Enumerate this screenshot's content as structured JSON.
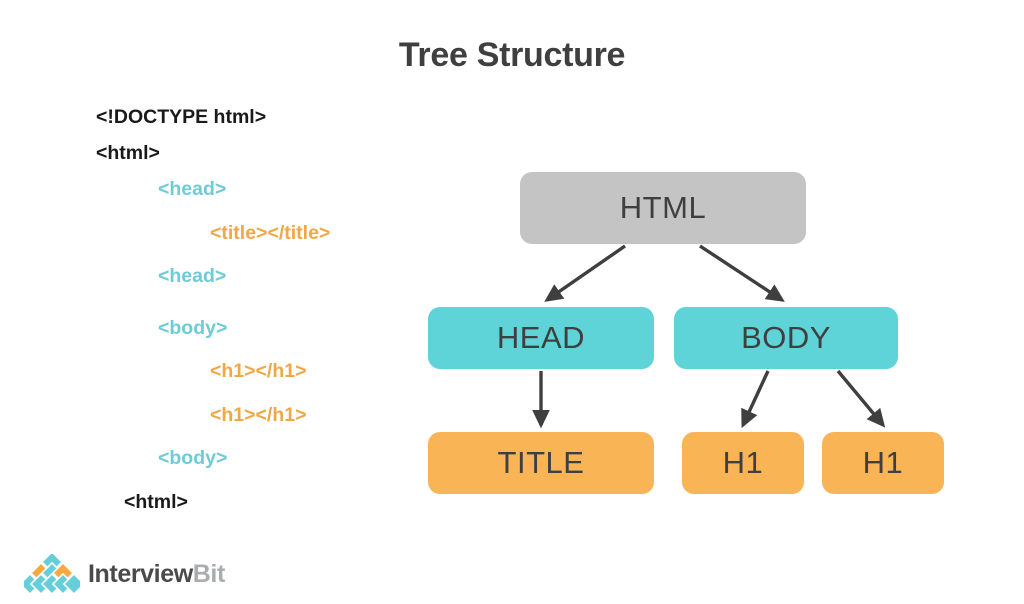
{
  "page": {
    "title": "Tree Structure",
    "background": "#ffffff",
    "title_color": "#3f3f3f"
  },
  "colors": {
    "black": "#1a1a1a",
    "turquoise": "#6fcbd8",
    "orange": "#f0a847",
    "node_gray": "#c4c4c4",
    "node_turquoise": "#5fd4d8",
    "node_orange": "#f9b455",
    "node_text": "#3f3f3f",
    "arrow": "#3f3f3f",
    "logo_dark": "#4a4a4a",
    "logo_light": "#a9adb0",
    "logo_turquoise": "#65ced8",
    "logo_orange": "#f5a93f"
  },
  "code_listing": {
    "lines": [
      {
        "text": "<!DOCTYPE html>",
        "color": "#1a1a1a",
        "indent": 0,
        "gap_above": 0
      },
      {
        "text": "<html>",
        "color": "#1a1a1a",
        "indent": 0,
        "gap_above": 16
      },
      {
        "text": "<head>",
        "color": "#6fcbd8",
        "indent": 62,
        "gap_above": 17
      },
      {
        "text": "<title></title>",
        "color": "#f0a847",
        "indent": 114,
        "gap_above": 24
      },
      {
        "text": "<head>",
        "color": "#6fcbd8",
        "indent": 62,
        "gap_above": 24
      },
      {
        "text": "<body>",
        "color": "#6fcbd8",
        "indent": 62,
        "gap_above": 32
      },
      {
        "text": "<h1></h1>",
        "color": "#f0a847",
        "indent": 114,
        "gap_above": 24
      },
      {
        "text": "<h1></h1>",
        "color": "#f0a847",
        "indent": 114,
        "gap_above": 24
      },
      {
        "text": "<body>",
        "color": "#6fcbd8",
        "indent": 62,
        "gap_above": 24
      },
      {
        "text": "<html>",
        "color": "#1a1a1a",
        "indent": 28,
        "gap_above": 24
      }
    ]
  },
  "tree": {
    "nodes": [
      {
        "id": "html",
        "label": "HTML",
        "color": "#c4c4c4",
        "level": 0
      },
      {
        "id": "head",
        "label": "HEAD",
        "color": "#5fd4d8",
        "level": 1
      },
      {
        "id": "body",
        "label": "BODY",
        "color": "#5fd4d8",
        "level": 1
      },
      {
        "id": "title",
        "label": "TITLE",
        "color": "#f9b455",
        "level": 2
      },
      {
        "id": "h1_a",
        "label": "H1",
        "color": "#f9b455",
        "level": 2
      },
      {
        "id": "h1_b",
        "label": "H1",
        "color": "#f9b455",
        "level": 2
      }
    ],
    "edges": [
      {
        "from": "html",
        "to": "head"
      },
      {
        "from": "html",
        "to": "body"
      },
      {
        "from": "head",
        "to": "title"
      },
      {
        "from": "body",
        "to": "h1_a"
      },
      {
        "from": "body",
        "to": "h1_b"
      }
    ]
  },
  "logo": {
    "name_primary": "Interview",
    "name_secondary": "Bit",
    "diamond_rows": [
      [
        "turquoise"
      ],
      [
        "orange",
        "turquoise",
        "orange"
      ],
      [
        "turquoise",
        "turquoise",
        "turquoise",
        "turquoise",
        "turquoise"
      ]
    ]
  }
}
